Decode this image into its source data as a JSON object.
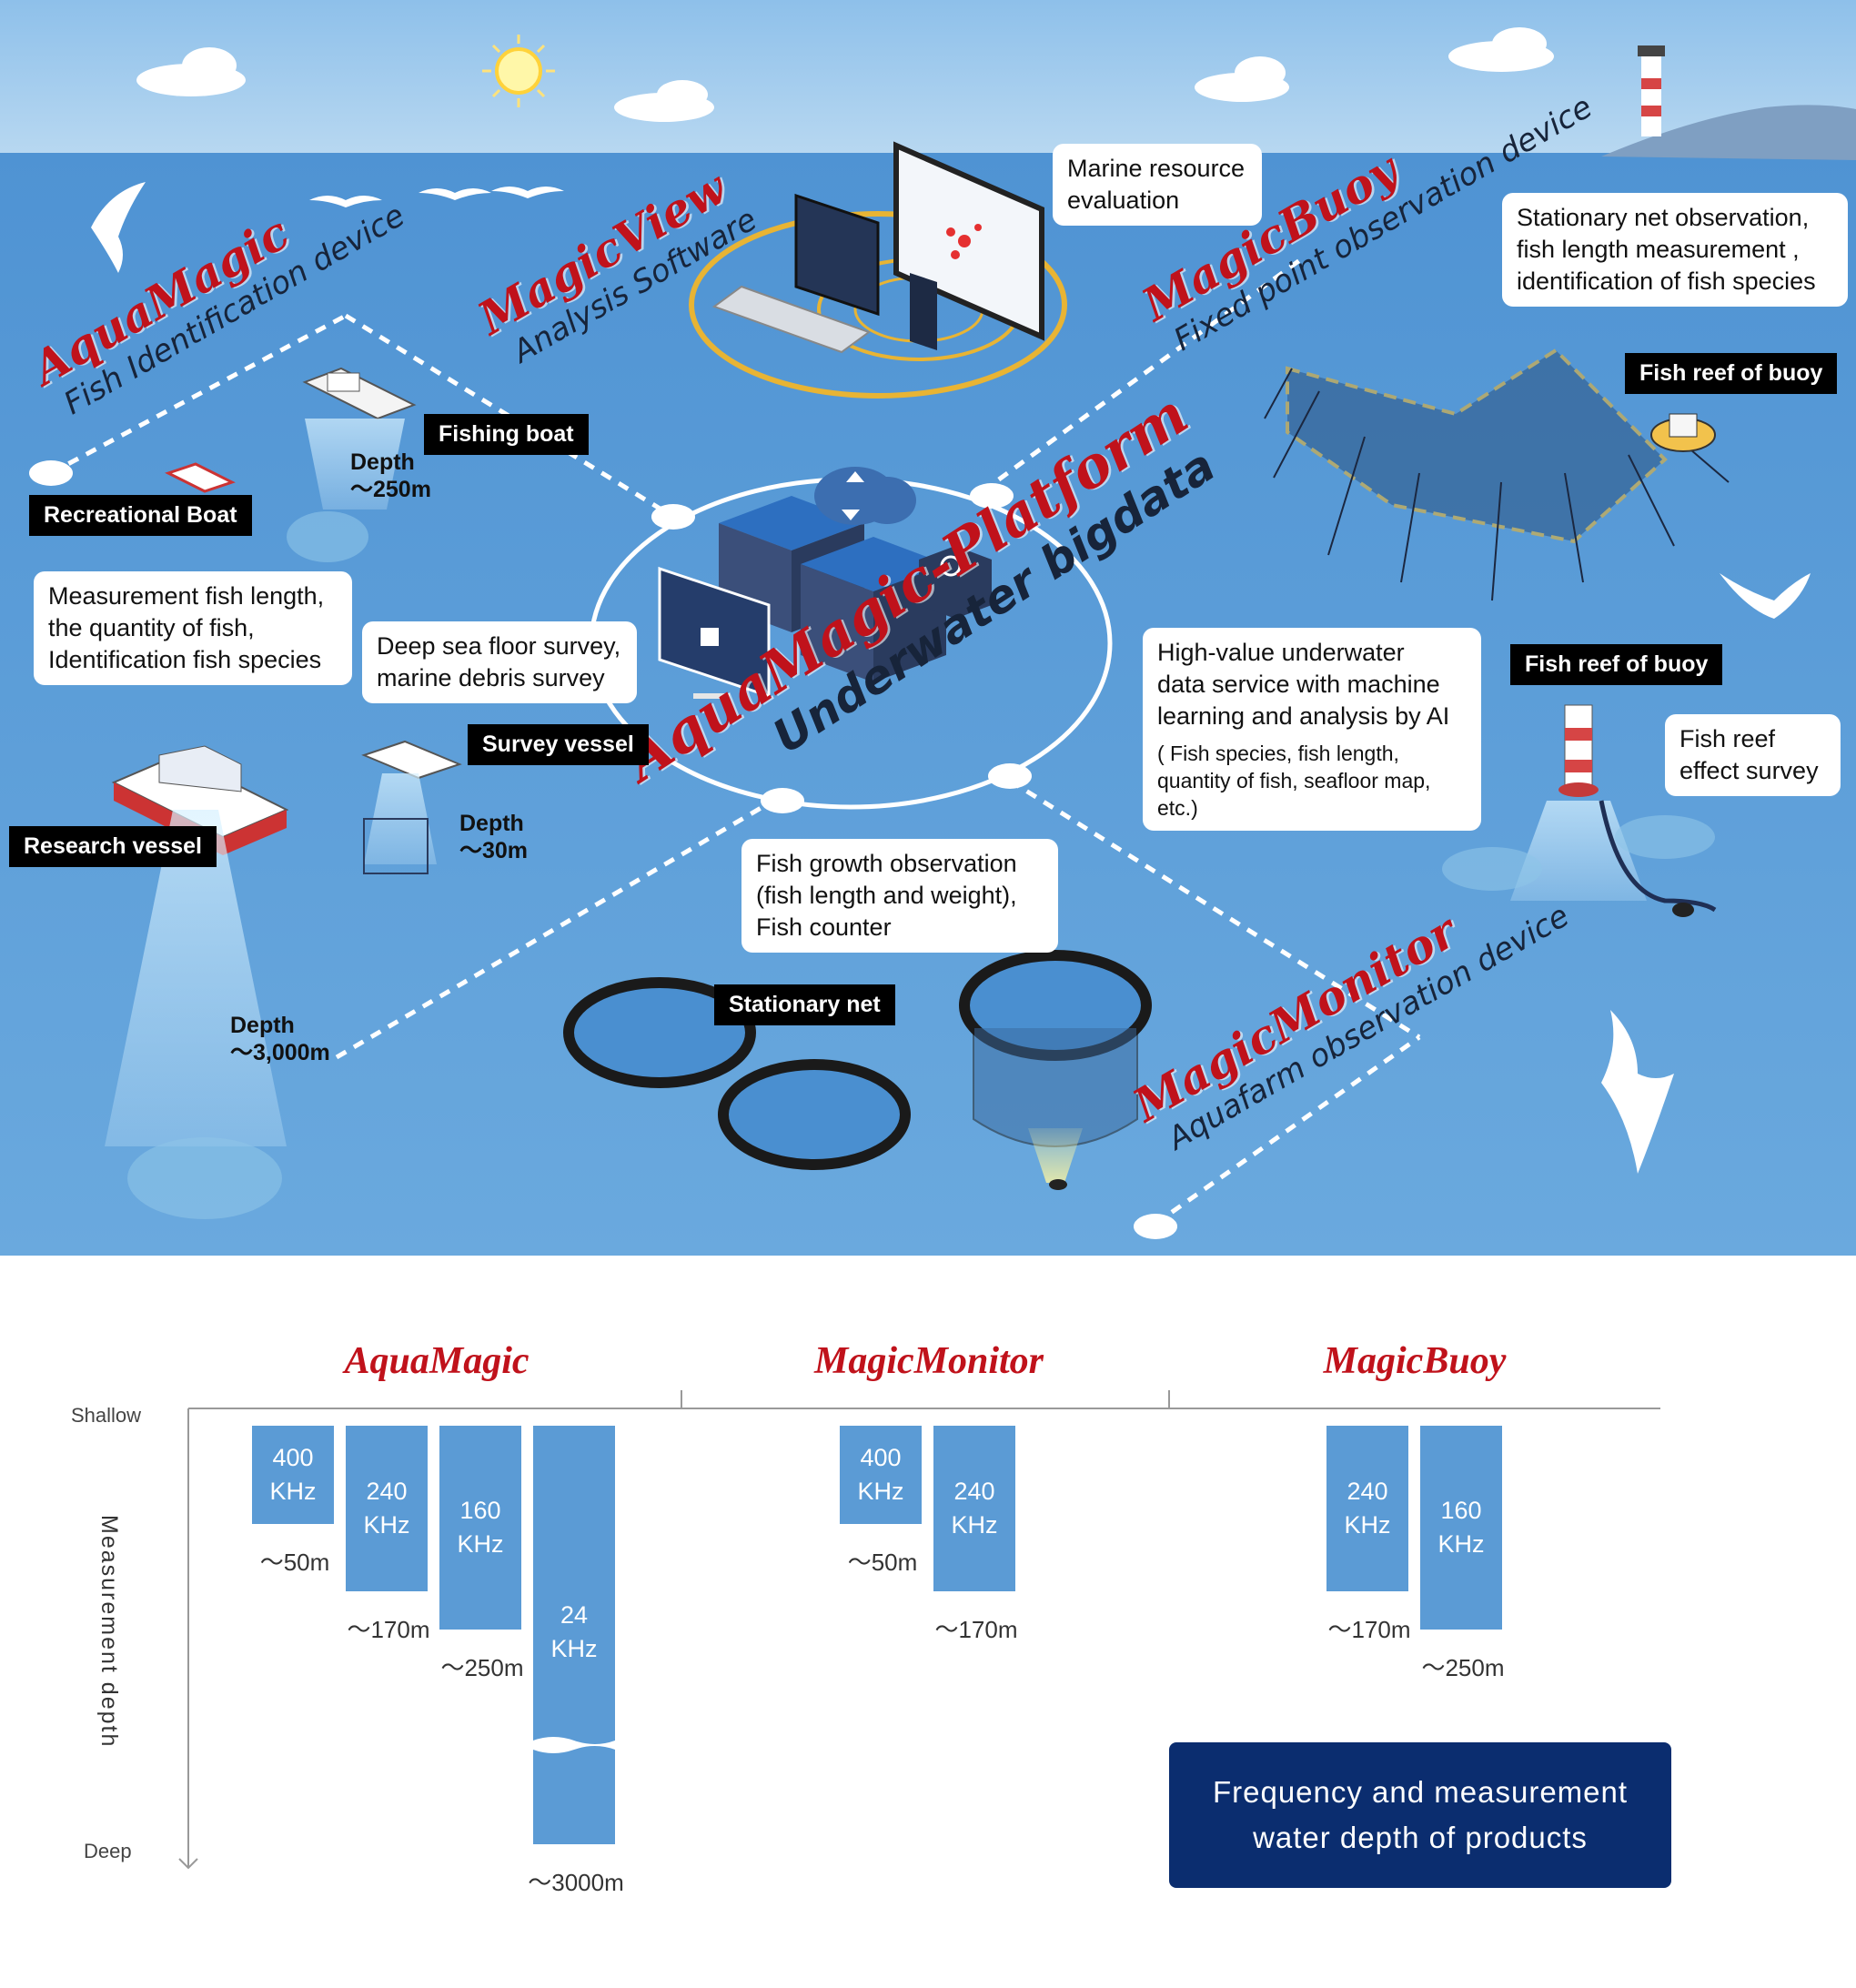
{
  "brands": {
    "aquamagic": {
      "name": "AquaMagic",
      "subtitle": "Fish Identification device"
    },
    "magicview": {
      "name": "MagicView",
      "subtitle": "Analysis Software"
    },
    "magicbuoy": {
      "name": "MagicBuoy",
      "subtitle": "Fixed point observation device"
    },
    "platform": {
      "name": "AquaMagic-Platform",
      "subtitle": "Underwater bigdata"
    },
    "magicmonitor": {
      "name": "MagicMonitor",
      "subtitle": "Aquafarm observation device"
    }
  },
  "tags": {
    "fishing_boat": "Fishing boat",
    "recreational_boat": "Recreational Boat",
    "survey_vessel": "Survey vessel",
    "research_vessel": "Research vessel",
    "stationary_net": "Stationary net",
    "fish_reef_buoy_1": "Fish reef of buoy",
    "fish_reef_buoy_2": "Fish reef of buoy"
  },
  "depths": {
    "fishing_boat": {
      "label": "Depth",
      "value": "～250m"
    },
    "survey_vessel": {
      "label": "Depth",
      "value": "～30m"
    },
    "research_vessel": {
      "label": "Depth",
      "value": "～3,000m"
    }
  },
  "bubbles": {
    "marine_resource": [
      "Marine resource",
      "evaluation"
    ],
    "measurement": [
      "Measurement fish length,",
      "the quantity of fish,",
      "Identification fish species"
    ],
    "deep_sea": [
      "Deep sea floor survey,",
      "marine debris survey"
    ],
    "stationary_obs": [
      "Stationary net observation,",
      "fish length measurement ,",
      "identification of fish species"
    ],
    "high_value": [
      "High-value underwater",
      "data service with machine",
      "learning and analysis by AI"
    ],
    "high_value_detail": [
      "( Fish species, fish length,",
      "quantity of fish, seafloor map,",
      "etc.)"
    ],
    "fish_reef": [
      "Fish reef",
      "effect survey"
    ],
    "fish_growth": [
      "Fish growth observation",
      "(fish length and weight),",
      "Fish counter"
    ]
  },
  "colors": {
    "sky": "#a9cdec",
    "sea": "#5e9fd8",
    "brand_red": "#c0121b",
    "bar_blue": "#5b9bd5",
    "legend_navy": "#0b2d6f"
  },
  "chart_data": {
    "type": "bar",
    "title": "Frequency and measurement water depth of products",
    "y_axis": {
      "top_label": "Shallow",
      "bottom_label": "Deep",
      "title": "Measurement depth"
    },
    "groups": [
      {
        "name": "AquaMagic",
        "bars": [
          {
            "frequency": "400 KHz",
            "freq_lines": [
              "400",
              "KHz"
            ],
            "max_depth_m": 50,
            "depth_label": "～50m"
          },
          {
            "frequency": "240 KHz",
            "freq_lines": [
              "240",
              "KHz"
            ],
            "max_depth_m": 170,
            "depth_label": "～170m"
          },
          {
            "frequency": "160 KHz",
            "freq_lines": [
              "160",
              "KHz"
            ],
            "max_depth_m": 250,
            "depth_label": "～250m"
          },
          {
            "frequency": "24 KHz",
            "freq_lines": [
              "24",
              "KHz"
            ],
            "max_depth_m": 3000,
            "depth_label": "～3000m",
            "axis_break": true
          }
        ]
      },
      {
        "name": "MagicMonitor",
        "bars": [
          {
            "frequency": "400 KHz",
            "freq_lines": [
              "400",
              "KHz"
            ],
            "max_depth_m": 50,
            "depth_label": "～50m"
          },
          {
            "frequency": "240 KHz",
            "freq_lines": [
              "240",
              "KHz"
            ],
            "max_depth_m": 170,
            "depth_label": "～170m"
          }
        ]
      },
      {
        "name": "MagicBuoy",
        "bars": [
          {
            "frequency": "240 KHz",
            "freq_lines": [
              "240",
              "KHz"
            ],
            "max_depth_m": 170,
            "depth_label": "～170m"
          },
          {
            "frequency": "160 KHz",
            "freq_lines": [
              "160",
              "KHz"
            ],
            "max_depth_m": 250,
            "depth_label": "～250m"
          }
        ]
      }
    ]
  }
}
